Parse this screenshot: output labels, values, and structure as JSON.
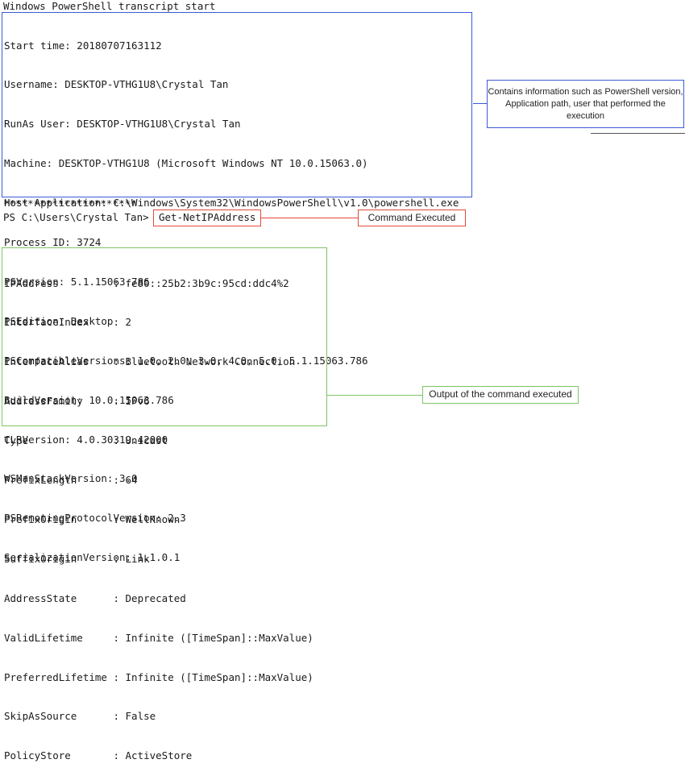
{
  "transcript": {
    "header": "Windows PowerShell transcript start",
    "lines": [
      "Start time: 20180707163112",
      "Username: DESKTOP-VTHG1U8\\Crystal Tan",
      "RunAs User: DESKTOP-VTHG1U8\\Crystal Tan",
      "Machine: DESKTOP-VTHG1U8 (Microsoft Windows NT 10.0.15063.0)",
      "Host Application: C:\\Windows\\System32\\WindowsPowerShell\\v1.0\\powershell.exe",
      "Process ID: 3724",
      "PSVersion: 5.1.15063.786",
      "PSEdition: Desktop",
      "PSCompatibleVersions: 1.0, 2.0, 3.0, 4.0, 5.0, 5.1.15063.786",
      "BuildVersion: 10.0.15063.786",
      "CLRVersion: 4.0.30319.42000",
      "WSManStackVersion: 3.0",
      "PSRemotingProtocolVersion: 2.3",
      "SerializationVersion: 1.1.0.1"
    ],
    "stars": "**********************"
  },
  "prompt": {
    "text": "PS C:\\Users\\Crystal Tan>",
    "command": "Get-NetIPAddress"
  },
  "output": {
    "lines": [
      "IPAddress         : fe80::25b2:3b9c:95cd:ddc4%2",
      "InterfaceIndex    : 2",
      "InterfaceAlias    : Bluetooth Network Connection",
      "AddressFamily     : IPv6",
      "Type              : Unicast",
      "PrefixLength      : 64",
      "PrefixOrigin      : WellKnown",
      "SuffixOrigin      : Link",
      "AddressState      : Deprecated",
      "ValidLifetime     : Infinite ([TimeSpan]::MaxValue)",
      "PreferredLifetime : Infinite ([TimeSpan]::MaxValue)",
      "SkipAsSource      : False",
      "PolicyStore       : ActiveStore"
    ]
  },
  "annotations": {
    "info": "Contains information such as PowerShell version, Application path, user that performed the execution",
    "command": "Command Executed",
    "output": "Output of the command executed"
  },
  "colors": {
    "info_box": "#3b5bd6",
    "command_box": "#e04a3a",
    "output_box": "#7cc564"
  }
}
